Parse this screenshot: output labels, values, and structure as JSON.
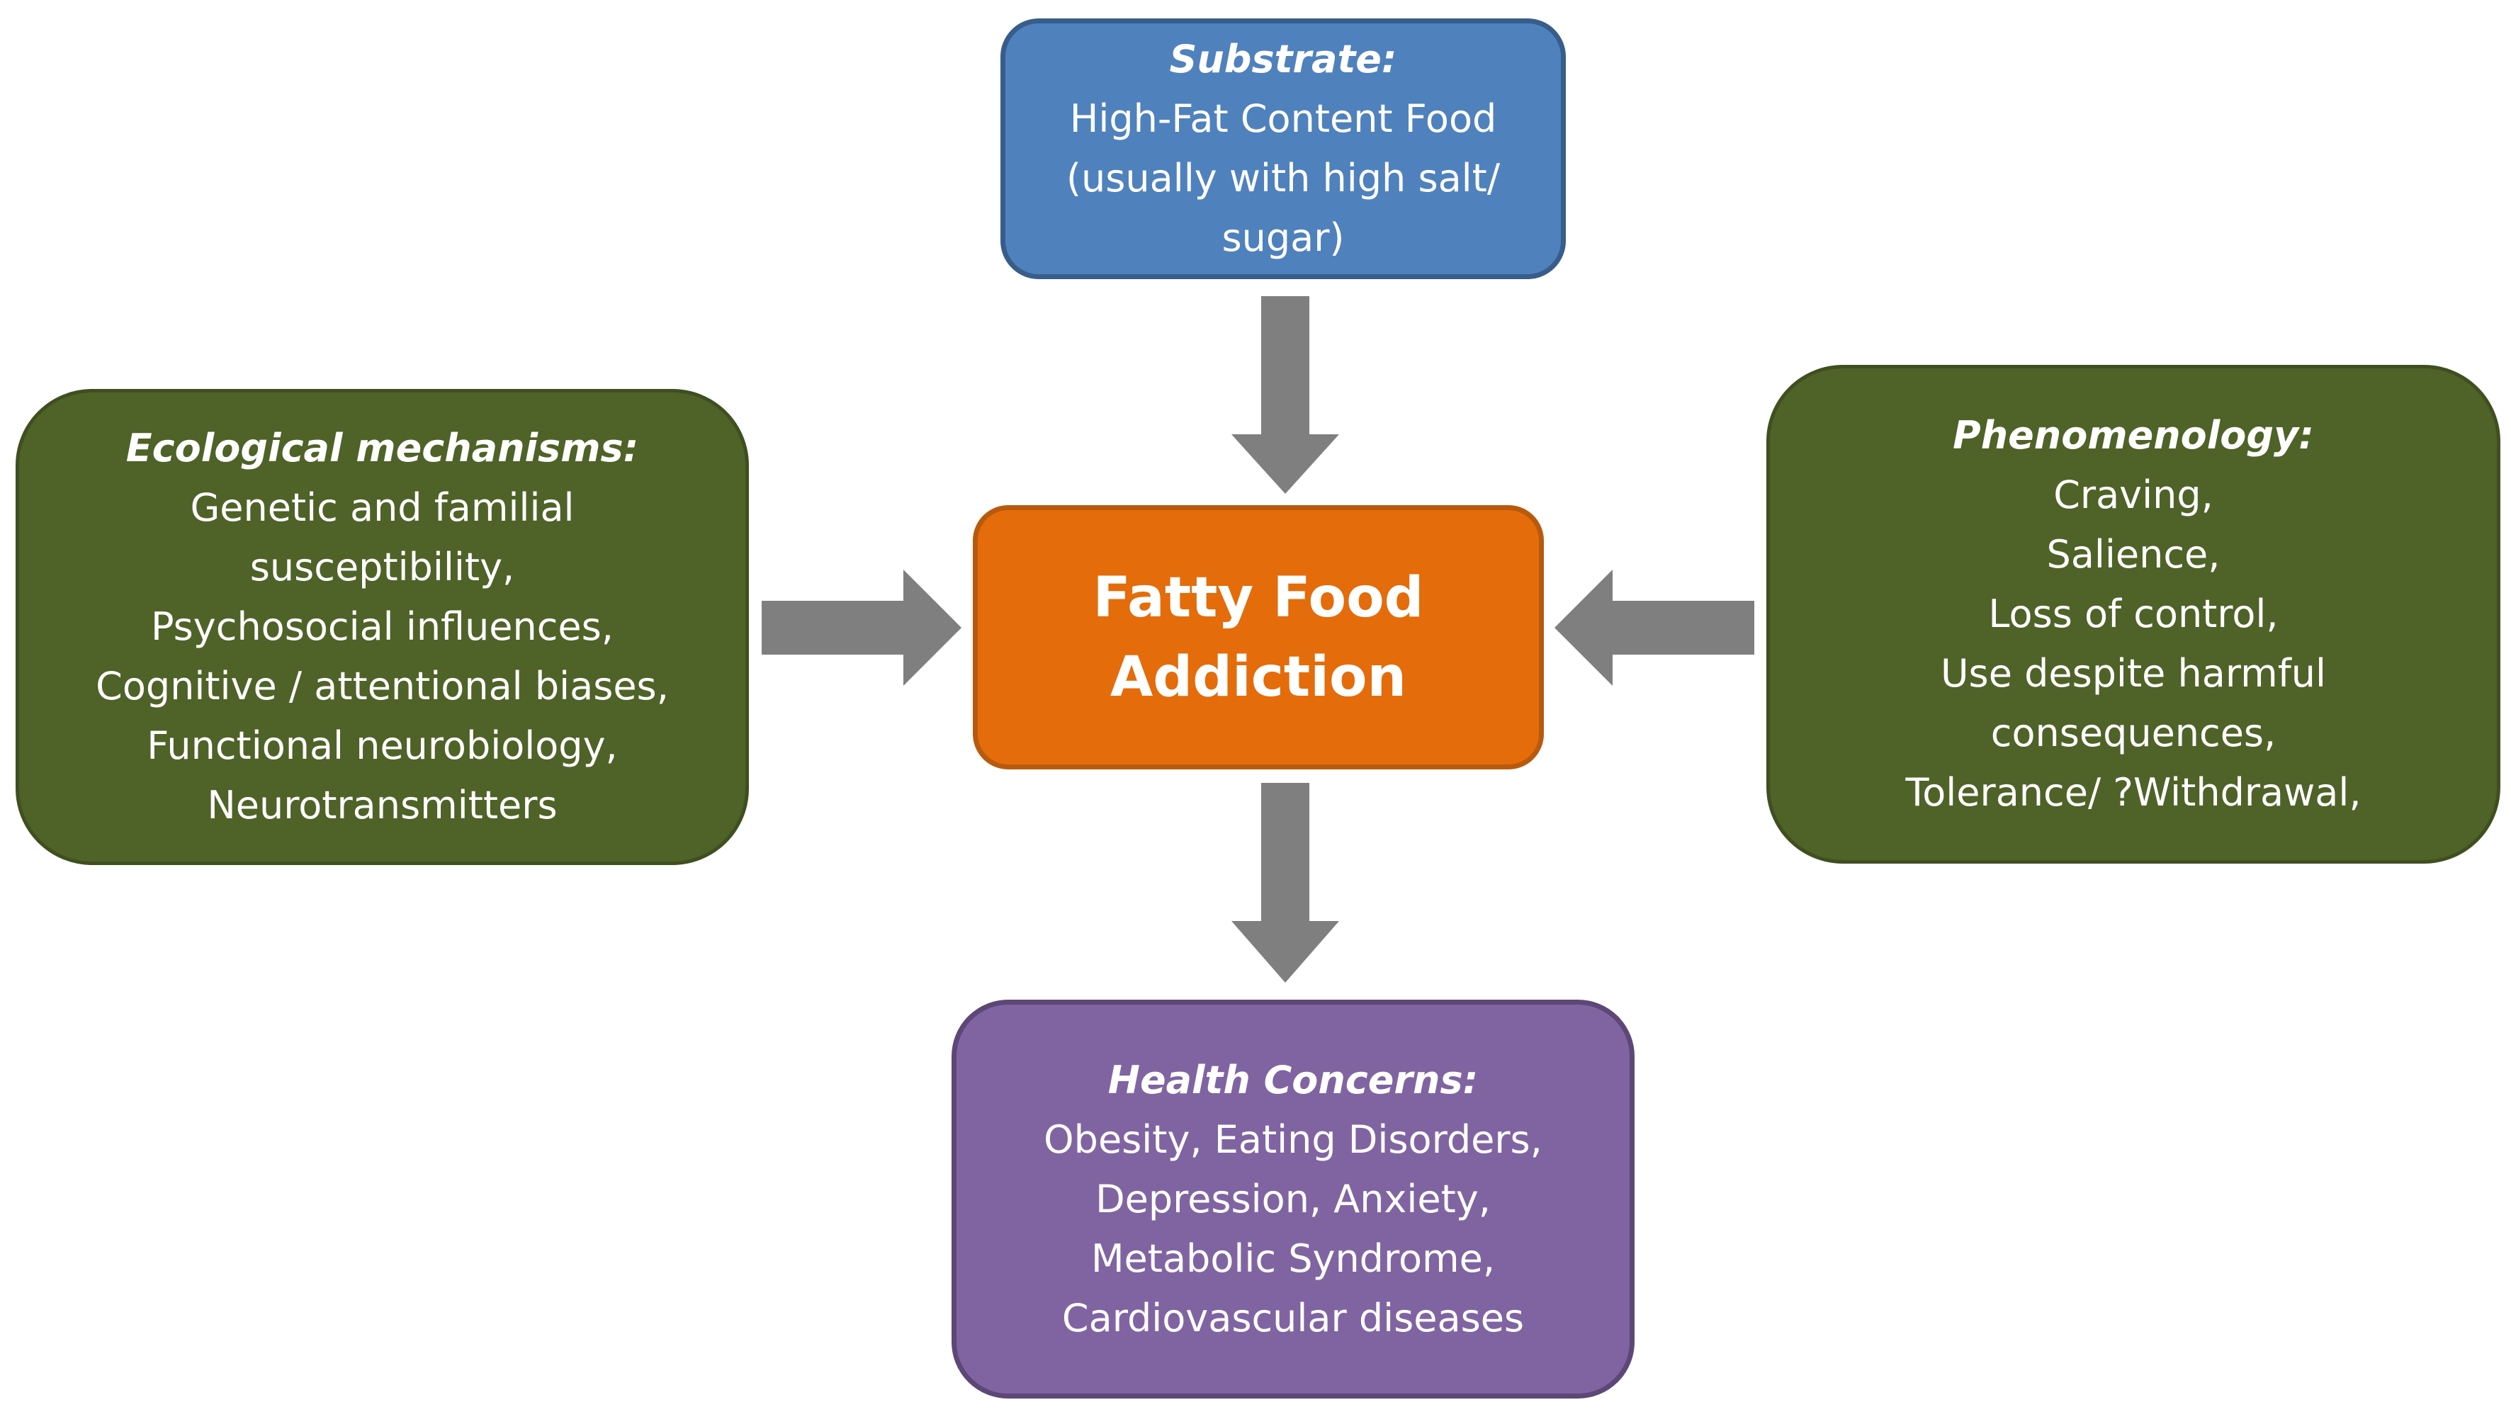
{
  "substrate": {
    "heading": "Substrate:",
    "lines": [
      "High-Fat Content Food",
      "(usually with high salt/",
      "sugar)"
    ]
  },
  "ecological": {
    "heading": "Ecological mechanisms:",
    "lines": [
      "Genetic and familial",
      "susceptibility,",
      "Psychosocial influences,",
      "Cognitive / attentional biases,",
      "Functional neurobiology,",
      "Neurotransmitters"
    ]
  },
  "phenomenology": {
    "heading": "Phenomenology:",
    "lines": [
      "Craving,",
      "Salience,",
      "Loss of control,",
      "Use despite harmful",
      "consequences,",
      "Tolerance/ ?Withdrawal,"
    ]
  },
  "center": {
    "lines": [
      "Fatty Food",
      "Addiction"
    ]
  },
  "health": {
    "heading": "Health Concerns:",
    "lines": [
      "Obesity, Eating Disorders,",
      "Depression, Anxiety,",
      "Metabolic Syndrome,",
      "Cardiovascular diseases"
    ]
  },
  "colors": {
    "substrate": "#4f81bd",
    "mechanisms": "#4f6228",
    "center": "#e46c0a",
    "health": "#8064a2",
    "arrow": "#7f7f7f"
  }
}
